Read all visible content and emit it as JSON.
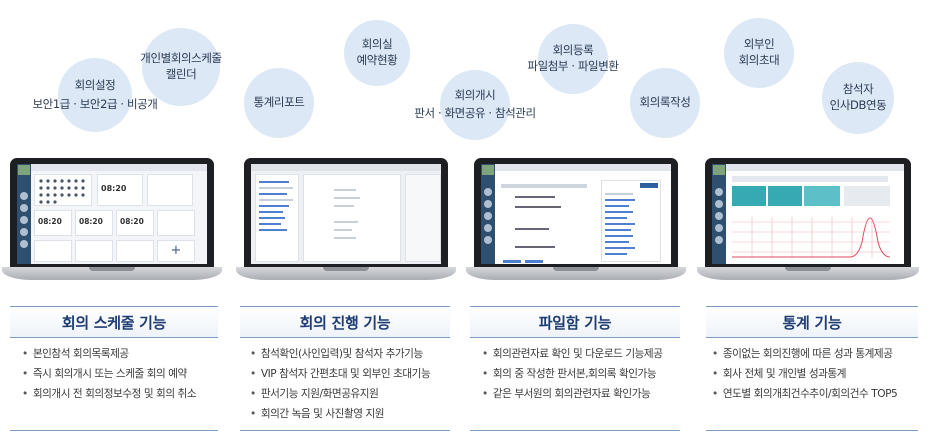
{
  "bubbles": [
    {
      "id": "meeting-settings",
      "lines": [
        "회의설정",
        "보안1급 · 보안2급 · 비공개"
      ]
    },
    {
      "id": "personal-calendar",
      "lines": [
        "개인별회의스케줄",
        "캘린더"
      ]
    },
    {
      "id": "stats-report",
      "lines": [
        "통계리포트"
      ]
    },
    {
      "id": "room-reservation",
      "lines": [
        "회의실",
        "예약현황"
      ]
    },
    {
      "id": "meeting-start",
      "lines": [
        "회의개시",
        "판서 · 화면공유 · 참석관리"
      ]
    },
    {
      "id": "meeting-register",
      "lines": [
        "회의등록",
        "파일첨부 · 파일변환"
      ]
    },
    {
      "id": "minutes",
      "lines": [
        "회의록작성"
      ]
    },
    {
      "id": "external-invite",
      "lines": [
        "외부인",
        "회의초대"
      ]
    },
    {
      "id": "attendee-db",
      "lines": [
        "참석자",
        "인사DB연동"
      ]
    }
  ],
  "sections": [
    {
      "title": "회의 스케줄 기능",
      "features": [
        "본인참석 회의목록제공",
        "즉시 회의개시 또는 스케줄 회의 예약",
        "회의개시 전 회의정보수정 및 회의 취소"
      ]
    },
    {
      "title": "회의 진행 기능",
      "features": [
        "참석확인(사인입력)및 참석자 추가기능",
        "VIP 참석자 간편초대 및 외부인 초대기능",
        "판서기능 지원/화면공유지원",
        "회의간 녹음 및 사진촬영 지원"
      ]
    },
    {
      "title": "파일함 기능",
      "features": [
        "회의관련자료 확인 및 다운로드 기능제공",
        "회의 중 작성한 판서본,회의록 확인가능",
        "같은 부서원의 회의관련자료 확인가능"
      ]
    },
    {
      "title": "통계 기능",
      "features": [
        "종이없는 회의진행에 따른 성과 통계제공",
        "회사 전체 및 개인별 성과통계",
        "연도별 회의개최건수추이/회의건수 TOP5"
      ]
    }
  ],
  "screens": {
    "schedule": {
      "time_label": "08:20",
      "plus": "+"
    }
  },
  "colors": {
    "bubble": "#dce8f6",
    "title_text": "#1f3d73",
    "rule": "#7e9cc2",
    "teal": "#36a9b3"
  }
}
